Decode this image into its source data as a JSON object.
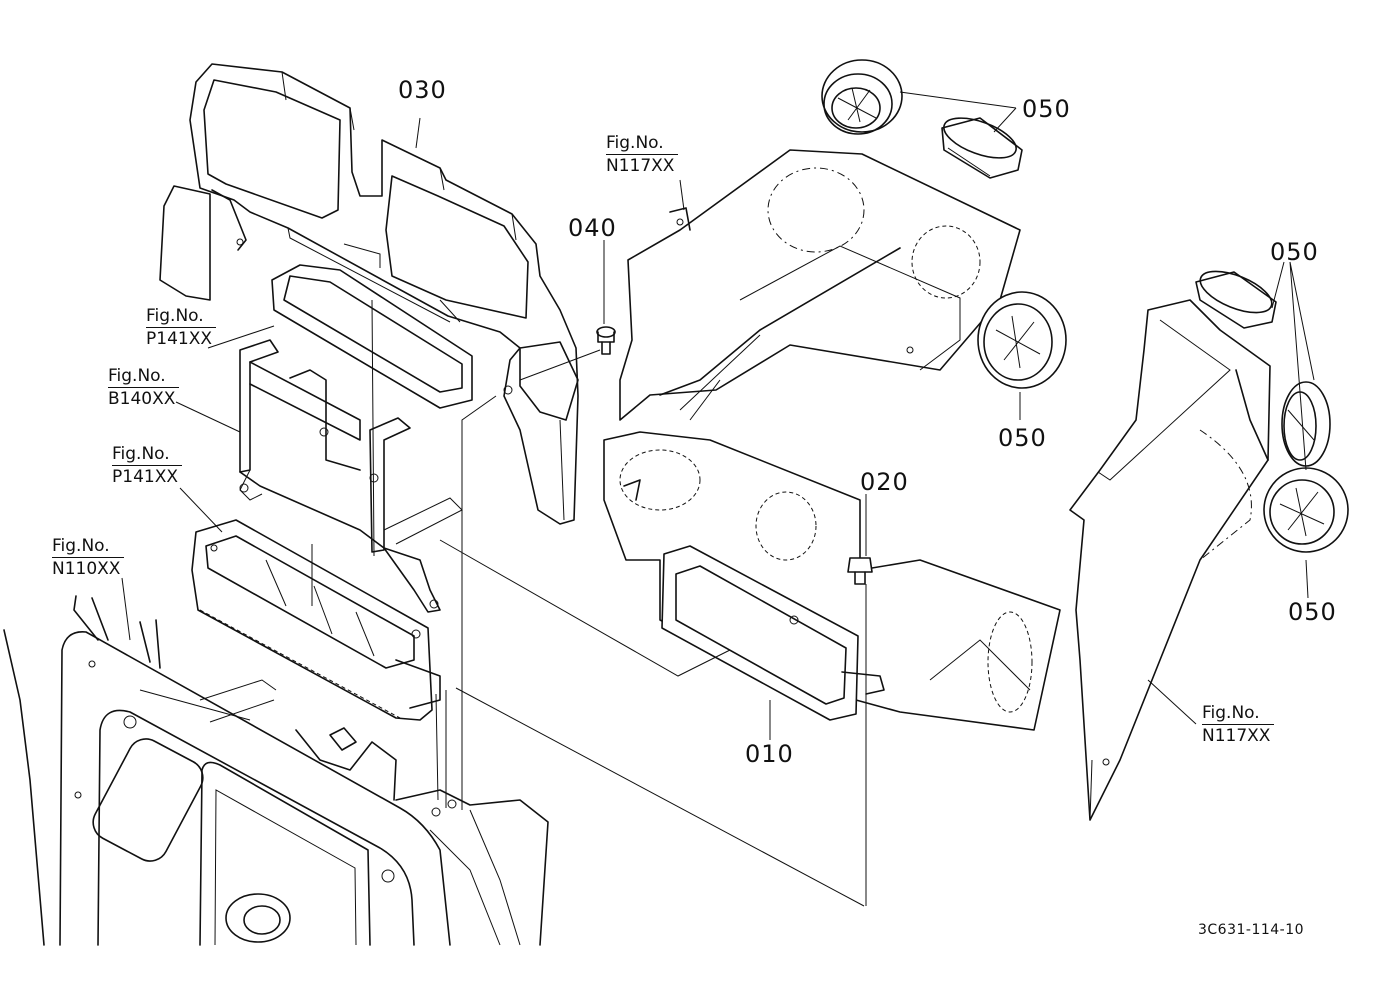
{
  "parts": [
    {
      "id": "p010",
      "number": "010"
    },
    {
      "id": "p020",
      "number": "020"
    },
    {
      "id": "p030",
      "number": "030"
    },
    {
      "id": "p040",
      "number": "040"
    },
    {
      "id": "p050a",
      "number": "050"
    },
    {
      "id": "p050b",
      "number": "050"
    },
    {
      "id": "p050c",
      "number": "050"
    },
    {
      "id": "p050d",
      "number": "050"
    }
  ],
  "figure_refs": [
    {
      "caption": "Fig.No.",
      "ref": "P141XX"
    },
    {
      "caption": "Fig.No.",
      "ref": "B140XX"
    },
    {
      "caption": "Fig.No.",
      "ref": "P141XX"
    },
    {
      "caption": "Fig.No.",
      "ref": "N110XX"
    },
    {
      "caption": "Fig.No.",
      "ref": "N117XX"
    },
    {
      "caption": "Fig.No.",
      "ref": "N117XX"
    }
  ],
  "drawing_code": "3C631-114-10"
}
